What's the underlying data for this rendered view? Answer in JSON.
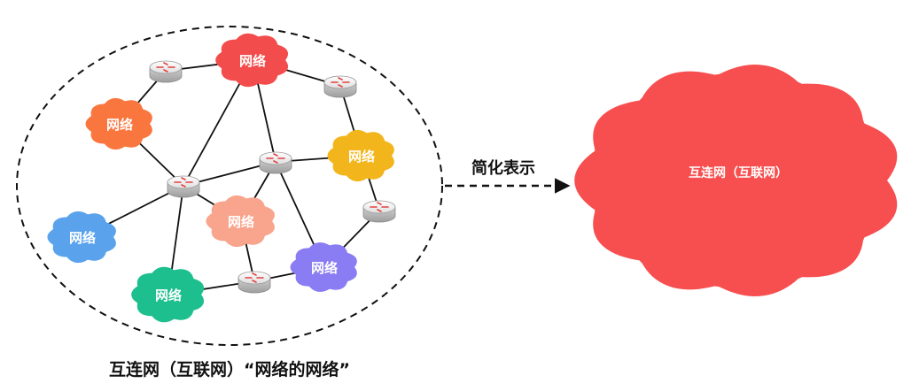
{
  "networks": [
    {
      "label": "网络",
      "color": "#f34c4c"
    },
    {
      "label": "网络",
      "color": "#f9773f"
    },
    {
      "label": "网络",
      "color": "#f2b51b"
    },
    {
      "label": "网络",
      "color": "#f9a48c"
    },
    {
      "label": "网络",
      "color": "#5aa3ec"
    },
    {
      "label": "网络",
      "color": "#1ebf8e"
    },
    {
      "label": "网络",
      "color": "#8a7cf2"
    }
  ],
  "internet_cloud": {
    "label": "互连网（互联网）",
    "color": "#f74f4f"
  },
  "arrow_label": "简化表示",
  "caption": "互连网（互联网）“网络的网络”",
  "router_icon": "router-icon"
}
